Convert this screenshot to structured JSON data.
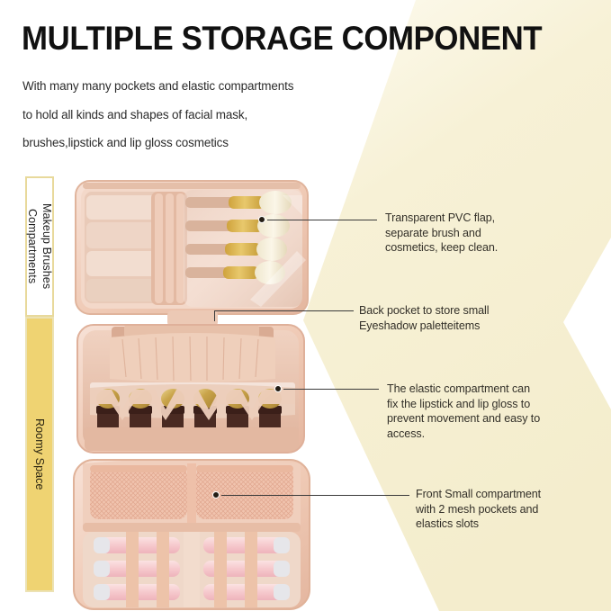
{
  "header": {
    "title": "MULTIPLE STORAGE COMPONENT",
    "subtitle_lines": [
      "With many many pockets and elastic compartments",
      "to hold all kinds and shapes of facial mask,",
      "brushes,lipstick and lip gloss cosmetics"
    ]
  },
  "side_labels": [
    {
      "id": "makeup-brushes-compartments",
      "text": "Makeup Brushes\nCompartments",
      "style": "white"
    },
    {
      "id": "roomy-space",
      "text": "Roomy Space",
      "style": "gold"
    }
  ],
  "callouts": [
    {
      "id": "transparent-pvc-flap",
      "text": "Transparent PVC flap,\nseparate brush and\ncosmetics, keep clean."
    },
    {
      "id": "back-pocket",
      "text": "Back pocket to store small\nEyeshadow paletteitems"
    },
    {
      "id": "elastic-compartment",
      "text": "The elastic compartment can\nfix the lipstick and lip gloss to\nprevent movement and easy to\naccess."
    },
    {
      "id": "front-small-compartment",
      "text": "Front Small compartment\nwith 2 mesh pockets and\nelastics slots"
    }
  ],
  "product": {
    "name": "pink-makeup-travel-bag",
    "sections": [
      {
        "id": "top-brush-compartment",
        "contents": "makeup brushes behind transparent PVC flap"
      },
      {
        "id": "middle-lipstick-compartment",
        "contents": "6 lipsticks in elastic slots, back mesh pocket"
      },
      {
        "id": "bottom-front-compartment",
        "contents": "2 mesh pockets and elastic slots with lip glosses"
      }
    ]
  },
  "colors": {
    "background": "#ffffff",
    "chevron": "#f6efd2",
    "chevron_light": "#fbf8e9",
    "gold_bar": "#efd372",
    "gold_border": "#e8d99b",
    "title_text": "#111111",
    "body_text": "#333029",
    "leader_line": "#3a3a3a",
    "bag_pink": "#efc3ae",
    "bag_pale": "#f6ddd0"
  }
}
